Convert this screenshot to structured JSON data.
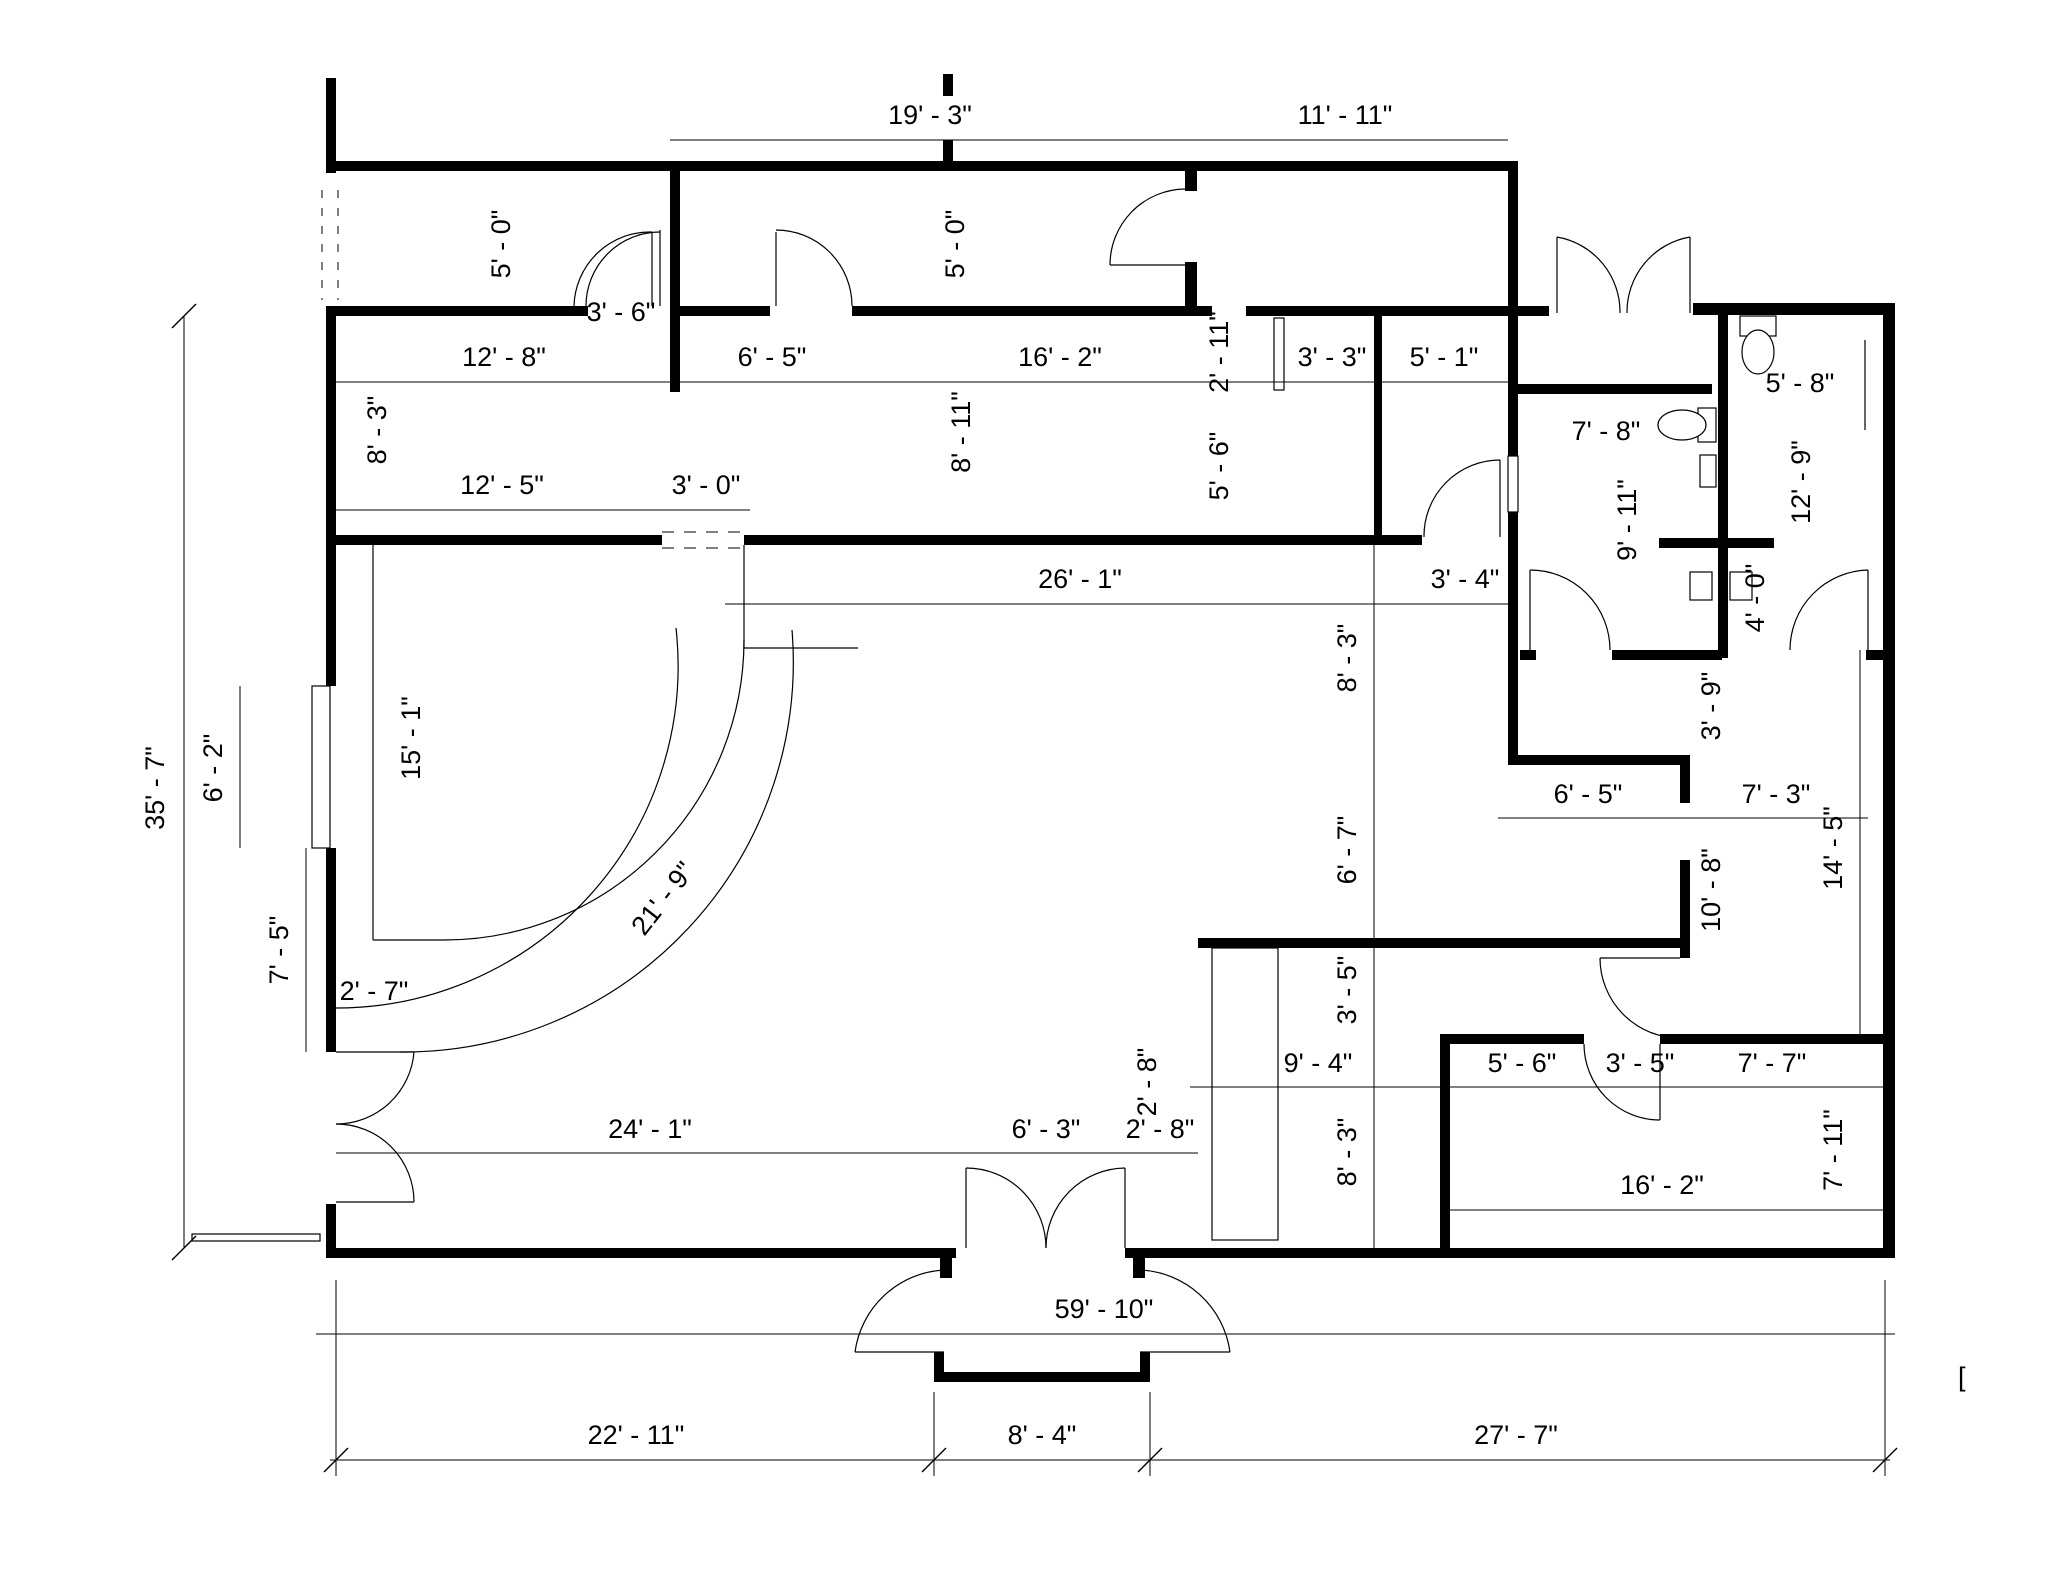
{
  "plan": {
    "page_edge_mark": "[",
    "dimensions": {
      "top_19_3": "19' - 3\"",
      "top_11_11": "11' - 11\"",
      "corr_5_0_left": "5' - 0\"",
      "corr_5_0_mid": "5' - 0\"",
      "door_3_6": "3' - 6\"",
      "r1_12_8": "12' - 8\"",
      "r1_6_5": "6' - 5\"",
      "r1_16_2": "16' - 2\"",
      "r1_2_11": "2' - 11\"",
      "r1_3_3": "3' - 3\"",
      "r1_5_1": "5' - 1\"",
      "r1_8_3": "8' - 3\"",
      "r1_8_11": "8' - 11\"",
      "r1_5_6": "5' - 6\"",
      "r1_12_5": "12' - 5\"",
      "r1_3_0": "3' - 0\"",
      "main_26_1": "26' - 1\"",
      "main_3_4": "3' - 4\"",
      "rest_7_8": "7' - 8\"",
      "rest_5_8": "5' - 8\"",
      "rest_9_11": "9' - 11\"",
      "rest_12_9": "12' - 9\"",
      "rest_4_0": "4' - 0\"",
      "rest_3_9": "3' - 9\"",
      "overall_35_7": "35' - 7\"",
      "win_6_2": "6' - 2\"",
      "main_15_1": "15' - 1\"",
      "arc_21_9": "21' - 9\"",
      "main_8_3": "8' - 3\"",
      "main_6_7": "6' - 7\"",
      "right_6_5": "6' - 5\"",
      "right_7_3": "7' - 3\"",
      "right_10_8": "10' - 8\"",
      "right_14_5": "14' - 5\"",
      "left_7_5": "7' - 5\"",
      "left_2_7": "2' - 7\"",
      "bar_3_5": "3' - 5\"",
      "bar_9_4": "9' - 4\"",
      "bar_8_3": "8' - 3\"",
      "low_5_6": "5' - 6\"",
      "low_3_5": "3' - 5\"",
      "low_7_7": "7' - 7\"",
      "low_7_11": "7' - 11\"",
      "low_16_2": "16' - 2\"",
      "main_24_1": "24' - 1\"",
      "main_6_3": "6' - 3\"",
      "main_2_8": "2' - 8\"",
      "main_2_8_vert": "2' - 8\"",
      "overall_59_10": "59' - 10\"",
      "bot_22_11": "22' - 11\"",
      "bot_8_4": "8' - 4\"",
      "bot_27_7": "27' - 7\""
    }
  }
}
